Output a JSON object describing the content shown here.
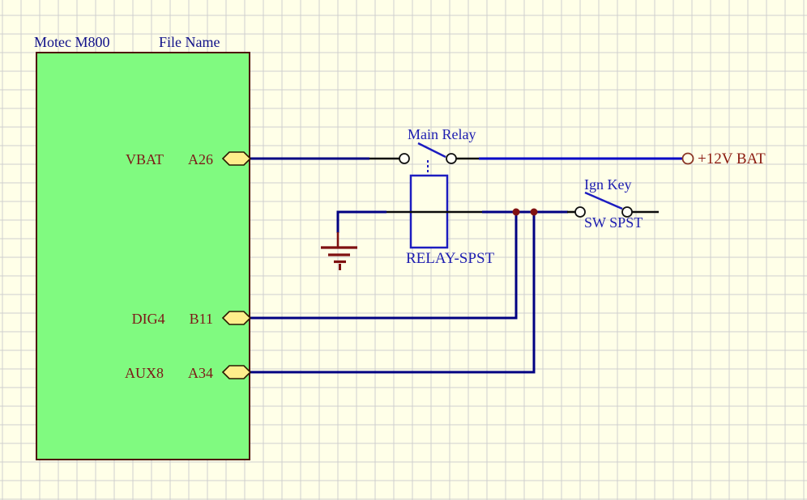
{
  "schematic": {
    "tool_style": "proteus-like-grid-sheet",
    "background_color": "#FFFFE8",
    "grid_color": "#CFCFCF"
  },
  "block": {
    "title": "Motec M800",
    "header_right": "File Name",
    "body_fill": "#80FA80",
    "body_border": "#4D0A00",
    "pins": [
      {
        "name": "VBAT",
        "pin": "A26"
      },
      {
        "name": "DIG4",
        "pin": "B11"
      },
      {
        "name": "AUX8",
        "pin": "A34"
      }
    ]
  },
  "relay": {
    "ref_label": "Main Relay",
    "part": "RELAY-SPST"
  },
  "ignition_switch": {
    "ref_label": "Ign Key",
    "part": "SW SPST"
  },
  "power_terminal": {
    "label": "+12V BAT"
  },
  "colors": {
    "wire": "#000082",
    "wire_bright": "#0000C6",
    "component_blue": "#1C1CC0",
    "pin_text": "#7D1616",
    "terminal_text": "#8B1A10",
    "junction": "#801212",
    "ground": "#7F1010",
    "pin_hexagon_fill": "#FFEE8C"
  }
}
